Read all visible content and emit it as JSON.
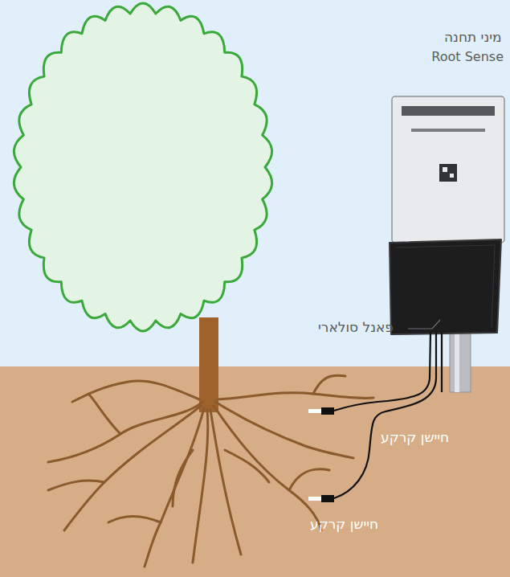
{
  "diagram": {
    "labels": [
      "מיני תחנה",
      "Root Sense",
      "פאנל סולארי",
      "חיישן קרקע",
      "חיישן קרקע"
    ]
  }
}
